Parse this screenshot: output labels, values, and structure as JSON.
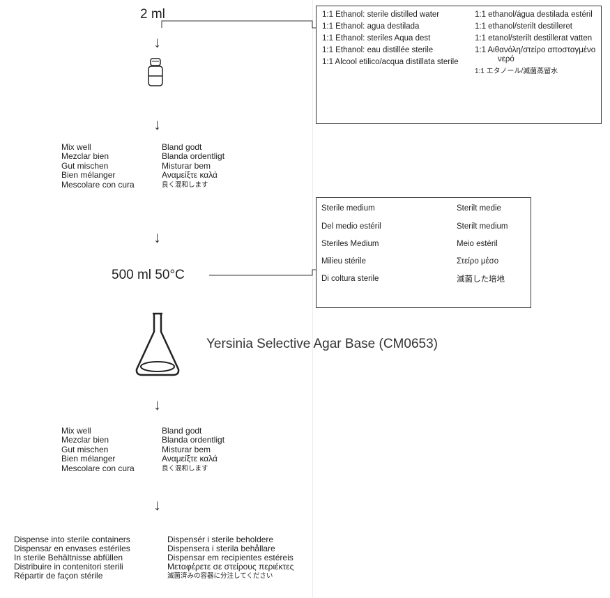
{
  "volume_label": "2 ml",
  "ethanol_box": {
    "left": [
      "1:1 Ethanol: sterile distilled water",
      "1:1 Ethanol: agua destilada",
      "1:1 Ethanol: steriles Aqua dest",
      "1:1 Ethanol: eau distillée sterile",
      "1:1 Alcool etilico/acqua distillata sterile"
    ],
    "right": [
      "1:1 ethanol/água destilada estéril",
      "1:1 ethanol/sterilt destilleret",
      "1:1 etanol/sterilt destillerat vatten",
      "1:1 Αιθανόλη/στείρο αποσταγμένο νερό",
      "1:1 エタノール/滅菌蒸留水"
    ]
  },
  "mix_instructions": {
    "left": [
      "Mix well",
      "Mezclar bien",
      "Gut mischen",
      "Bien mélanger",
      "Mescolare con cura"
    ],
    "right": [
      "Bland godt",
      "Blanda ordentligt",
      "Misturar bem",
      "Αναμείξτε καλά",
      "良く混和します"
    ]
  },
  "medium_box": {
    "left": [
      "Sterile medium",
      "Del medio estéril",
      "Steriles Medium",
      "Milieu stérile",
      "Di coltura sterile"
    ],
    "right": [
      "Sterilt medie",
      "Sterilt medium",
      "Meio estéril",
      "Στείρο μέσο",
      "滅菌した培地"
    ]
  },
  "medium_volume_label": "500 ml 50°C",
  "product_title": "Yersinia Selective Agar Base (CM0653)",
  "arrow_glyph": "↓",
  "dispense": {
    "left": [
      "Dispense into sterile containers",
      "Dispensar en envases estériles",
      "In sterile Behältnisse abfüllen",
      "Distribuire in contenitori sterili",
      "Répartir de façon stérile"
    ],
    "right": [
      "Dispensér i sterile beholdere",
      "Dispensera i sterila behållare",
      "Dispensar em recipientes estéreis",
      "Μεταφέρετε σε στείρους περιέκτες",
      "滅菌済みの容器に分注してください"
    ]
  }
}
